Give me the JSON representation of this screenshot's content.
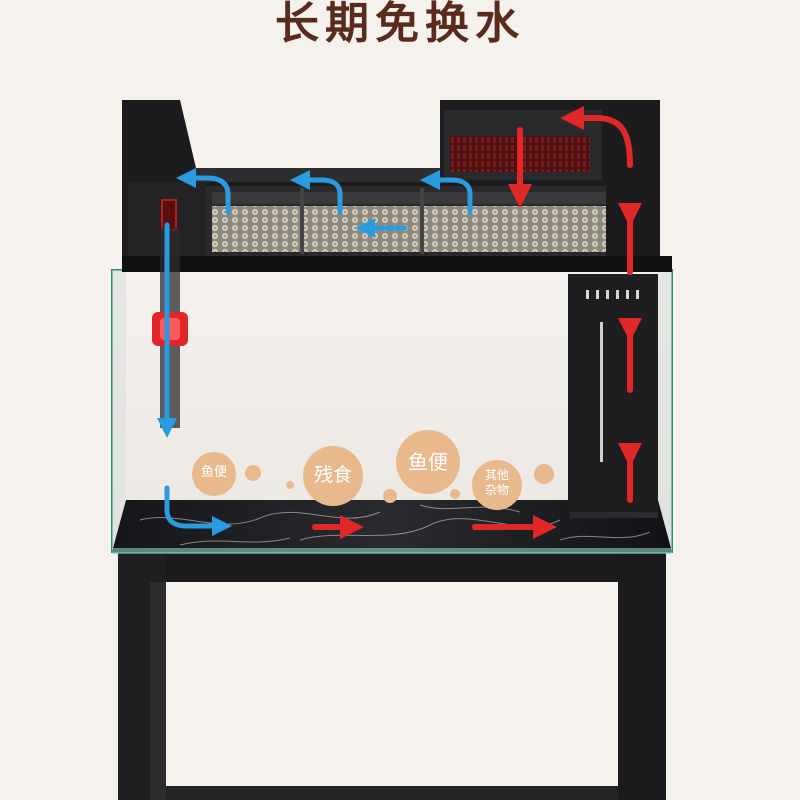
{
  "title": "长期免换水",
  "waste_labels": {
    "fish_waste_small": "鱼便",
    "leftover_food": "残食",
    "fish_waste_large": "鱼便",
    "other_debris_line1": "其他",
    "other_debris_line2": "杂物"
  },
  "colors": {
    "background": "#f5f1ec",
    "title": "#5a2a1c",
    "bubble": "#e8b98c",
    "arrow_blue": "#2a9be0",
    "arrow_red": "#e02828",
    "frame": "#1c1c1e"
  }
}
